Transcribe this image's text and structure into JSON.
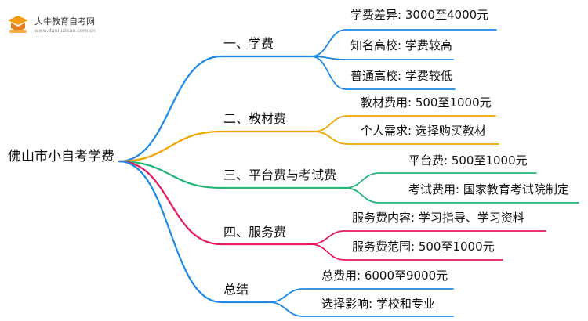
{
  "logo": {
    "title": "大牛教育自考网",
    "url": "www.daniuzikao.com.cn"
  },
  "root": {
    "label": "佛山市小自考学费"
  },
  "branches": [
    {
      "label": "一、学费",
      "color": "#1e88e5",
      "children": [
        {
          "label": "学费差异: 3000至4000元"
        },
        {
          "label": "知名高校: 学费较高"
        },
        {
          "label": "普通高校: 学费较低"
        }
      ]
    },
    {
      "label": "二、教材费",
      "color": "#f0a500",
      "children": [
        {
          "label": "教材费用: 500至1000元"
        },
        {
          "label": "个人需求: 选择购买教材"
        }
      ]
    },
    {
      "label": "三、平台费与考试费",
      "color": "#21b576",
      "children": [
        {
          "label": "平台费: 500至1000元"
        },
        {
          "label": "考试费用: 国家教育考试院制定"
        }
      ]
    },
    {
      "label": "四、服务费",
      "color": "#e8185c",
      "children": [
        {
          "label": "服务费内容: 学习指导、学习资料"
        },
        {
          "label": "服务费范围: 500至1000元"
        }
      ]
    },
    {
      "label": "总结",
      "color": "#1e88e5",
      "children": [
        {
          "label": "总费用: 6000至9000元"
        },
        {
          "label": "选择影响: 学校和专业"
        }
      ]
    }
  ]
}
